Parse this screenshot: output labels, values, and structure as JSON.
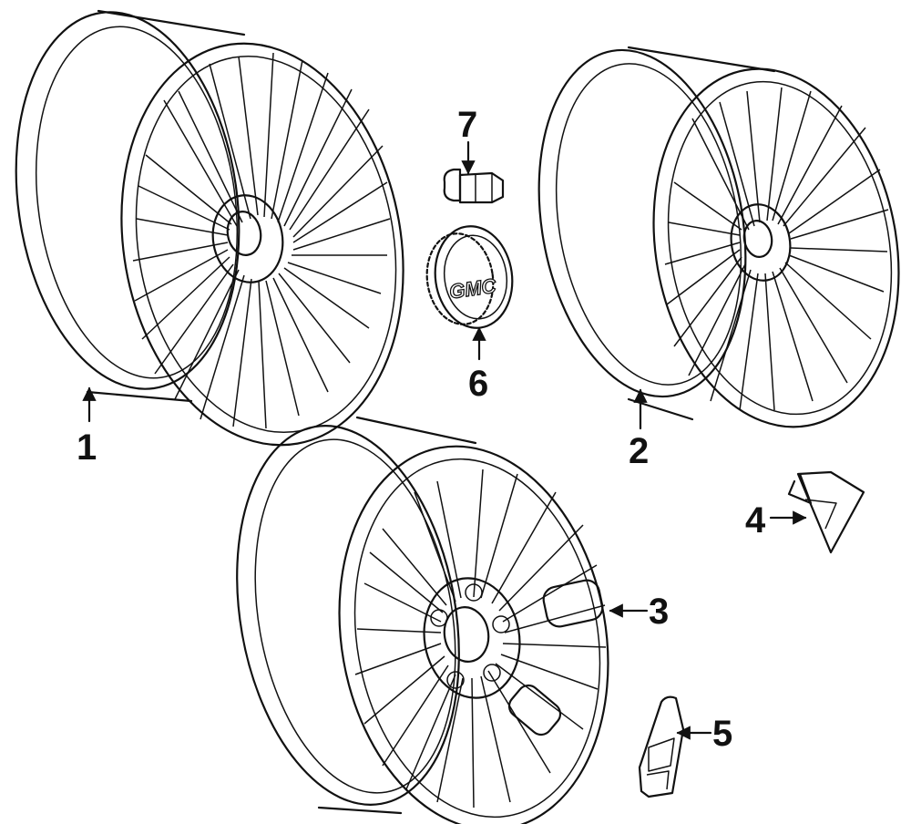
{
  "callouts": {
    "c1": "1",
    "c2": "2",
    "c3": "3",
    "c4": "4",
    "c5": "5",
    "c6": "6",
    "c7": "7"
  },
  "center_cap": {
    "logo_text": "GMC"
  }
}
